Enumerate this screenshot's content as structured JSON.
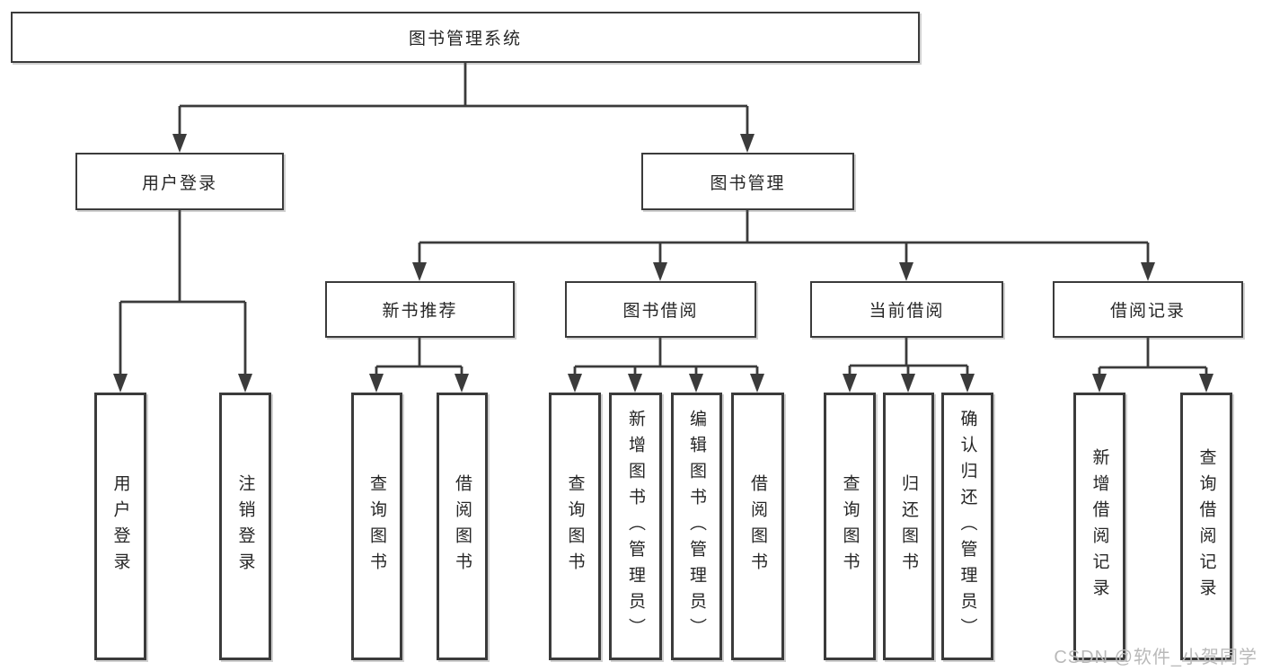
{
  "nodes": {
    "root": {
      "label": "图书管理系统"
    },
    "user_login": {
      "label": "用户登录"
    },
    "book_mgmt": {
      "label": "图书管理"
    },
    "new_book": {
      "label": "新书推荐"
    },
    "book_borrow": {
      "label": "图书借阅"
    },
    "cur_borrow": {
      "label": "当前借阅"
    },
    "borrow_rec": {
      "label": "借阅记录"
    },
    "ul_login": {
      "label": "用户登录"
    },
    "ul_logout": {
      "label": "注销登录"
    },
    "nb_query": {
      "label": "查询图书"
    },
    "nb_borrow": {
      "label": "借阅图书"
    },
    "bb_query": {
      "label": "查询图书"
    },
    "bb_add": {
      "label": "新增图书（管理员）"
    },
    "bb_edit": {
      "label": "编辑图书（管理员）"
    },
    "bb_borrow": {
      "label": "借阅图书"
    },
    "cb_query": {
      "label": "查询图书"
    },
    "cb_return": {
      "label": "归还图书"
    },
    "cb_confirm": {
      "label": "确认归还（管理员）"
    },
    "br_add": {
      "label": "新增借阅记录"
    },
    "br_query": {
      "label": "查询借阅记录"
    }
  },
  "hierarchy": {
    "root": "图书管理系统",
    "children": [
      {
        "label": "用户登录",
        "children": [
          "用户登录",
          "注销登录"
        ]
      },
      {
        "label": "图书管理",
        "children": [
          {
            "label": "新书推荐",
            "children": [
              "查询图书",
              "借阅图书"
            ]
          },
          {
            "label": "图书借阅",
            "children": [
              "查询图书",
              "新增图书（管理员）",
              "编辑图书（管理员）",
              "借阅图书"
            ]
          },
          {
            "label": "当前借阅",
            "children": [
              "查询图书",
              "归还图书",
              "确认归还（管理员）"
            ]
          },
          {
            "label": "借阅记录",
            "children": [
              "新增借阅记录",
              "查询借阅记录"
            ]
          }
        ]
      }
    ]
  },
  "watermark": {
    "text": "CSDN @软件_小贺同学"
  },
  "colors": {
    "line": "#3b3b3b",
    "box_border": "#3b3b3b",
    "box_fill": "#ffffff",
    "text": "#262626",
    "watermark": "#b9b9b9",
    "background": "#ffffff"
  }
}
